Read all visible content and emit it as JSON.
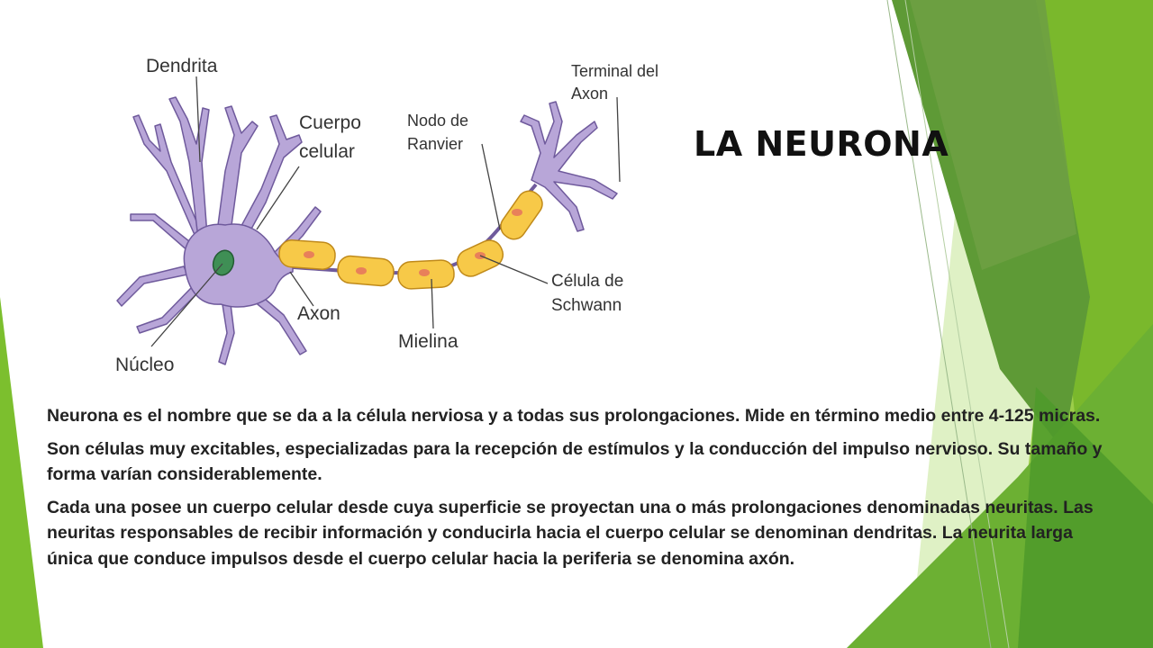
{
  "slide": {
    "title": "LA NEURONA",
    "paragraphs": [
      "Neurona es el nombre que se da a la célula nerviosa y a todas sus prolongaciones. Mide en término medio entre 4-125 micras.",
      "Son células muy excitables, especializadas para la recepción de estímulos y la conducción del impulso nervioso. Su tamaño y forma varían considerablemente.",
      "Cada una posee un cuerpo celular desde cuya superficie se proyectan una o más prolongaciones denominadas neuritas. Las neuritas responsables de recibir información y conducirla hacia el cuerpo celular se denominan dendritas. La neurita larga única que conduce impulsos desde el cuerpo celular hacia la periferia se denomina axón."
    ]
  },
  "diagram": {
    "labels": {
      "dendrita": "Dendrita",
      "cuerpo_1": "Cuerpo",
      "cuerpo_2": "celular",
      "nodo_1": "Nodo de",
      "nodo_2": "Ranvier",
      "terminal_1": "Terminal del",
      "terminal_2": "Axon",
      "celula_1": "Célula de",
      "celula_2": "Schwann",
      "axon": "Axon",
      "mielina": "Mielina",
      "nucleo": "Núcleo"
    },
    "colors": {
      "cell": "#b8a6d8",
      "cell_outline": "#6f5a9c",
      "nucleus": "#3f8f55",
      "myelin": "#f7c948",
      "myelin_outline": "#c08a1a",
      "schwann_nucleus": "#e8805a"
    }
  },
  "theme": {
    "green_dark": "#4c8a2e",
    "green_mid": "#76b82a",
    "green_light": "#a8d060",
    "green_pale": "#d6ebb0"
  }
}
